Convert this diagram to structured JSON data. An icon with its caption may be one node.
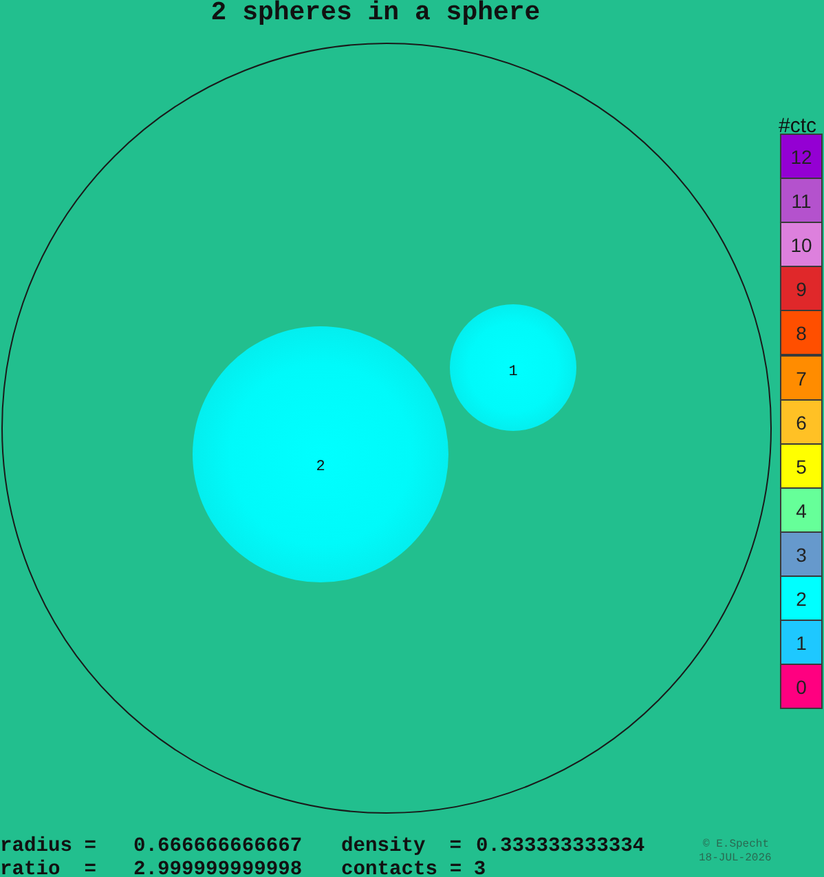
{
  "diagram": {
    "title": "2 spheres in a sphere",
    "nodes": [
      {
        "text": [],
        "shape": "circle"
      },
      {
        "text": [
          "1"
        ],
        "in": 0
      },
      {
        "text": [
          "2"
        ],
        "in": 0
      }
    ],
    "edges": [],
    "labels": [
      "#ctc",
      "radius =",
      "0.666666666667",
      "density =",
      "0.333333333334",
      "© E.Specht",
      "ratio =",
      "2.999999999998",
      "contacts = 3",
      "18-JUL-2026"
    ],
    "legend": [
      {
        "text": "12",
        "color": "#9400d3"
      },
      {
        "text": "11",
        "color": "#b452cd"
      },
      {
        "text": "10",
        "color": "#dd80dd"
      },
      {
        "text": "9",
        "color": "#e0282a"
      },
      {
        "text": "8",
        "color": "#ff4f00"
      },
      {
        "text": "7",
        "color": "#ff8c00"
      },
      {
        "text": "6",
        "color": "#ffc125"
      },
      {
        "text": "5",
        "color": "#ffff00"
      },
      {
        "text": "4",
        "color": "#66ff99"
      },
      {
        "text": "3",
        "color": "#6699cc"
      },
      {
        "text": "2",
        "color": "#00ffff"
      },
      {
        "text": "1",
        "color": "#1ec8ff"
      },
      {
        "text": "0",
        "color": "#ff0080"
      }
    ]
  }
}
